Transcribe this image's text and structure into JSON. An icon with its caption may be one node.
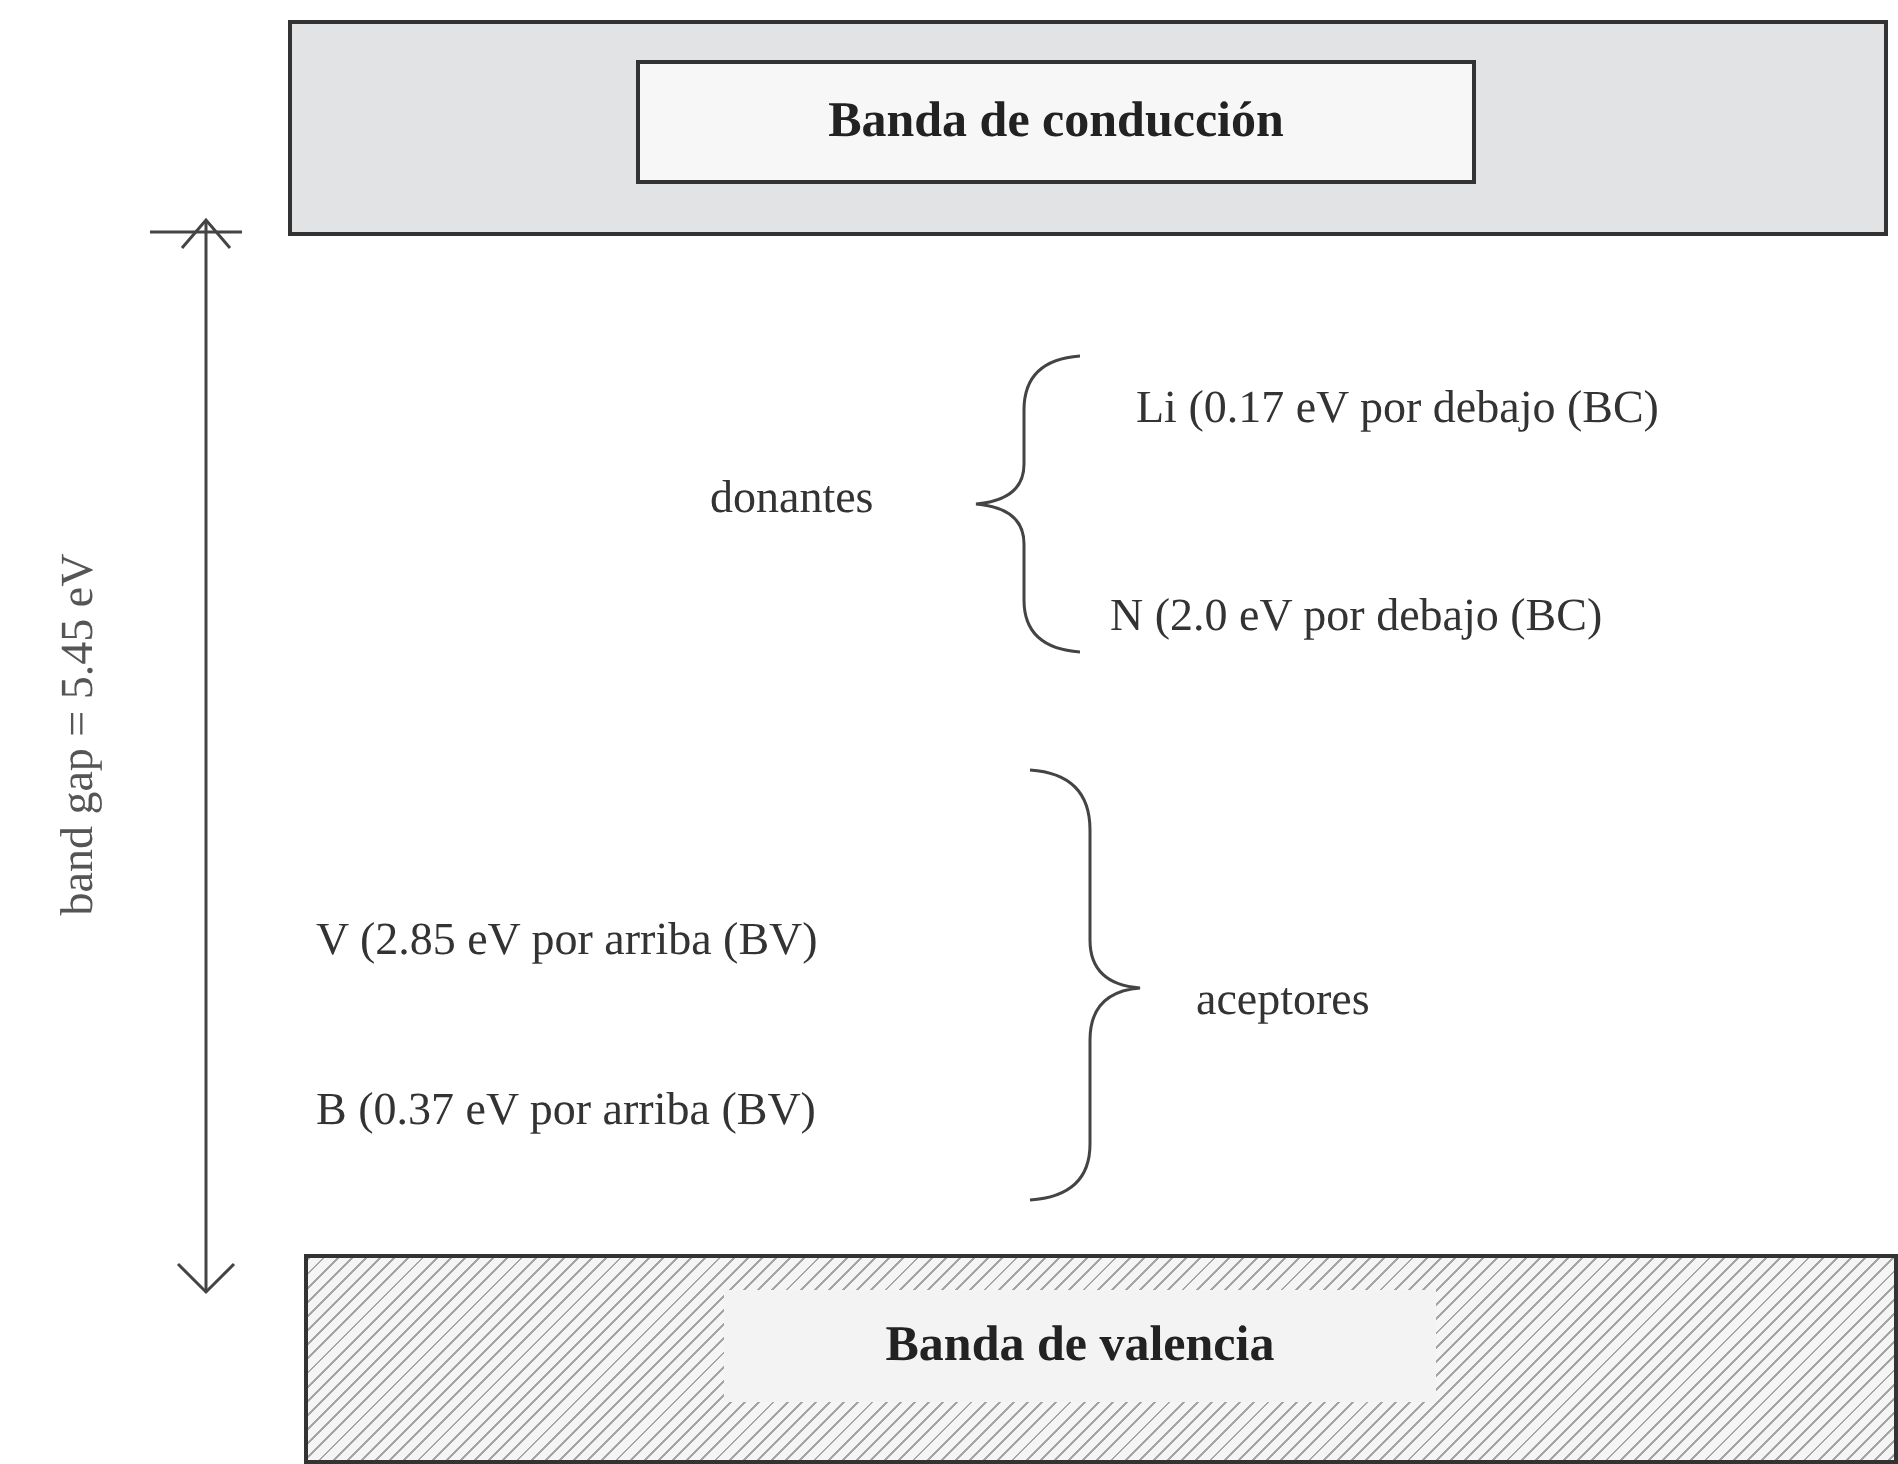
{
  "diagram": {
    "nodes": [
      {
        "text": [],
        "shape": "bar"
      },
      {
        "text": [
          "Banda de conducción"
        ],
        "in": 0
      },
      {
        "text": [],
        "shape": "bar"
      },
      {
        "text": [
          "Banda de valencia"
        ],
        "in": 2
      }
    ],
    "labels": [
      "band gap = 5.45 eV",
      "donantes",
      "Li (0.17 eV por debajo (BC)",
      "N (2.0 eV por debajo (BC)",
      "V (2.85 eV por arriba (BV)",
      "B (0.37 eV por arriba (BV)",
      "aceptores"
    ]
  }
}
